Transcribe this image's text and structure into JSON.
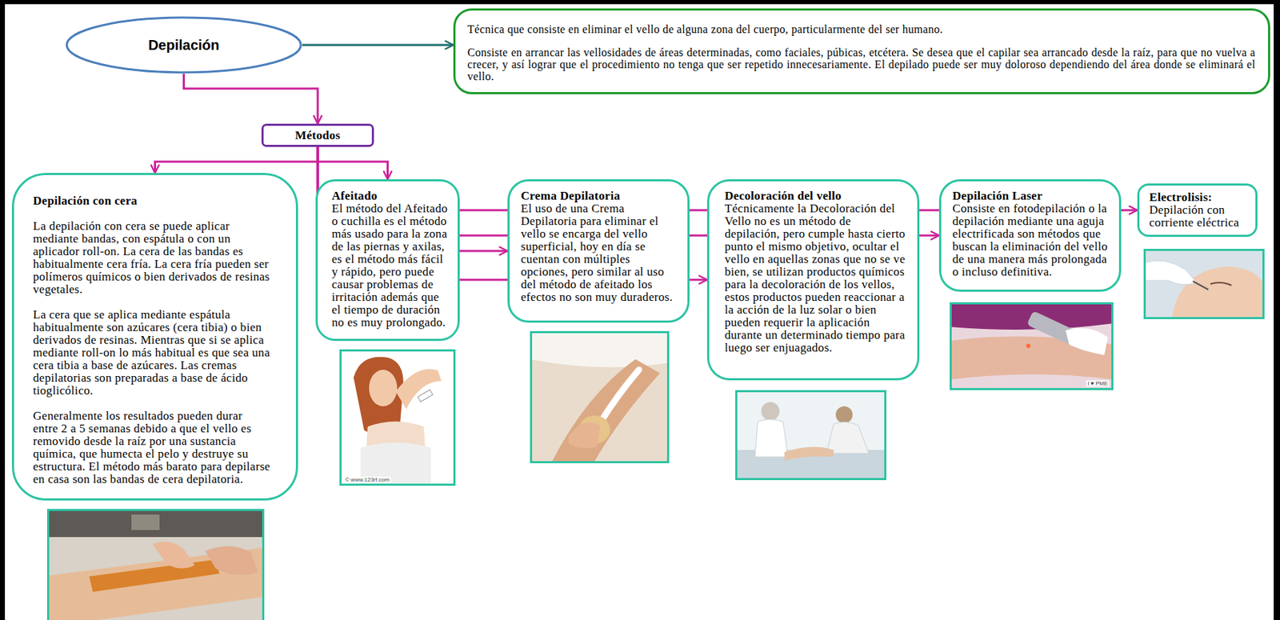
{
  "diagram": {
    "nodes": [
      {
        "text": [
          "Depilación"
        ]
      },
      {
        "text": [
          "Técnica que consiste en eliminar el vello de alguna zona del cuerpo, particularmente del ser humano.",
          "Consiste en arrancar las vellosidades de áreas determinadas, como faciales, púbicas, etcétera. Se desea que el capilar sea arrancado desde la raíz, para que no vuelva a crecer, y así lograr que el procedimiento no tenga que ser repetido innecesariamente. El depilado puede ser muy doloroso dependiendo del área donde se eliminará el vello."
        ]
      },
      {
        "text": [
          "Métodos"
        ]
      },
      {
        "text": [
          "Depilación con cera",
          "La depilación con cera se puede aplicar mediante bandas, con espátula o con un aplicador roll-on. La cera de las bandas es habitualmente cera fría. La cera fría pueden ser polímeros químicos o bien derivados de resinas vegetales.",
          "La cera que se aplica mediante espátula habitualmente son azúcares (cera tibia) o bien derivados de resinas. Mientras que si se aplica mediante roll-on lo más habitual es que sea una cera tibia a base de azúcares. Las cremas depilatorias son preparadas a base de ácido tioglicólico.",
          "Generalmente los resultados pueden durar entre 2 a 5 semanas debido a que el vello es removido desde la raíz por una sustancia química, que humecta el pelo y destruye su estructura. El método más barato para depilarse en casa son las bandas de cera depilatoria."
        ]
      },
      {
        "text": [
          "Afeitado",
          "El método del Afeitado o cuchilla es el método más usado para la zona de las piernas y axilas, es el método más fácil y rápido, pero puede causar problemas de irritación además que el tiempo de duración no es muy prolongado."
        ]
      },
      {
        "text": [
          "Crema Depilatoria",
          "El uso de una Crema Depilatoria para eliminar el vello se encarga del vello superficial, hoy en día se cuentan con múltiples opciones, pero similar al uso del método de afeitado los efectos no son muy duraderos."
        ]
      },
      {
        "text": [
          "Decoloración del vello",
          "Técnicamente la Decoloración del Vello no es un método de depilación, pero cumple hasta cierto punto el mismo objetivo, ocultar el vello en aquellas zonas que no se ve bien, se utilizan productos químicos para la decoloración de los vellos, estos productos pueden reaccionar a la acción de la luz solar o bien pueden requerir la aplicación durante un determinado tiempo para luego ser enjuagados."
        ]
      },
      {
        "text": [
          "Depilación Laser",
          "Consiste en fotodepilación o la depilación mediante una aguja electrificada son métodos que buscan la eliminación del vello de una manera más prolongada o incluso definitiva."
        ]
      },
      {
        "text": [
          "Electrolisis:",
          "Depilación con corriente eléctrica"
        ]
      }
    ],
    "edges": [
      {
        "from": 0,
        "to": 1,
        "arrow": "to"
      },
      {
        "from": 0,
        "to": 2,
        "arrow": "to"
      },
      {
        "from": 2,
        "to": 3,
        "arrow": "to"
      },
      {
        "from": 2,
        "to": 4,
        "arrow": "to"
      },
      {
        "from": 2,
        "to": 5,
        "arrow": "to"
      },
      {
        "from": 2,
        "to": 6,
        "arrow": "to"
      },
      {
        "from": 2,
        "to": 7,
        "arrow": "to"
      },
      {
        "from": 2,
        "to": 8,
        "arrow": "to"
      }
    ],
    "labels": [
      "© www.123rf.com",
      "I ♥ PME"
    ]
  }
}
